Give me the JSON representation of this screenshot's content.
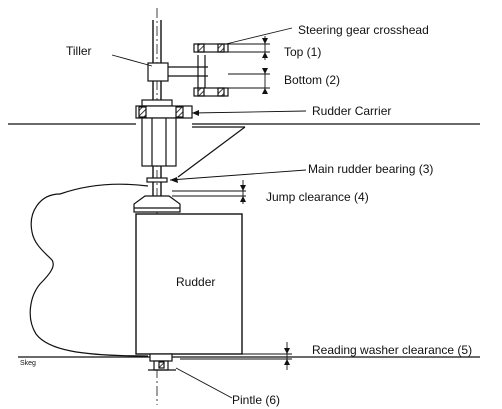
{
  "labels": {
    "crosshead": "Steering gear crosshead",
    "tiller": "Tiller",
    "top": "Top (1)",
    "bottom": "Bottom (2)",
    "carrier": "Rudder Carrier",
    "main_bearing": "Main rudder bearing (3)",
    "jump": "Jump clearance (4)",
    "rudder": "Rudder",
    "skeg": "Skeg",
    "washer": "Reading washer clearance (5)",
    "pintle": "Pintle (6)"
  },
  "colors": {
    "ink": "#111111",
    "fill": "#ffffff"
  }
}
